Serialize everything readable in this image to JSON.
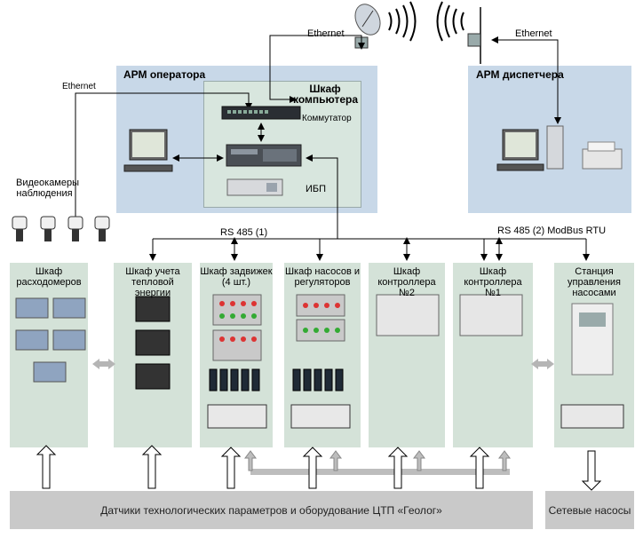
{
  "top": {
    "ethernet_left": "Ethernet",
    "ethernet_right": "Ethernet",
    "ethernet_cams": "Ethernet"
  },
  "operator": {
    "title": "АРМ оператора",
    "pc_cabinet": "Шкаф компьютера",
    "switch": "Коммутатор",
    "ups": "ИБП"
  },
  "dispatcher": {
    "title": "АРМ диспетчера"
  },
  "cameras": {
    "label": "Видеокамеры наблюдения"
  },
  "bus": {
    "rs485_1": "RS 485 (1)",
    "rs485_2": "RS 485 (2) ModBus RTU"
  },
  "cabinets": [
    {
      "label": "Шкаф расходомеров"
    },
    {
      "label": "Шкаф учета тепловой энергии"
    },
    {
      "label": "Шкаф задвижек (4 шт.)"
    },
    {
      "label": "Шкаф насосов и регуляторов"
    },
    {
      "label": "Шкаф контроллера №2"
    },
    {
      "label": "Шкаф контроллера №1"
    },
    {
      "label": "Станция управления насосами"
    }
  ],
  "bottom": {
    "sensors": "Датчики технологических параметров и оборудование ЦТП «Геолог»",
    "pumps": "Сетевые насосы"
  }
}
